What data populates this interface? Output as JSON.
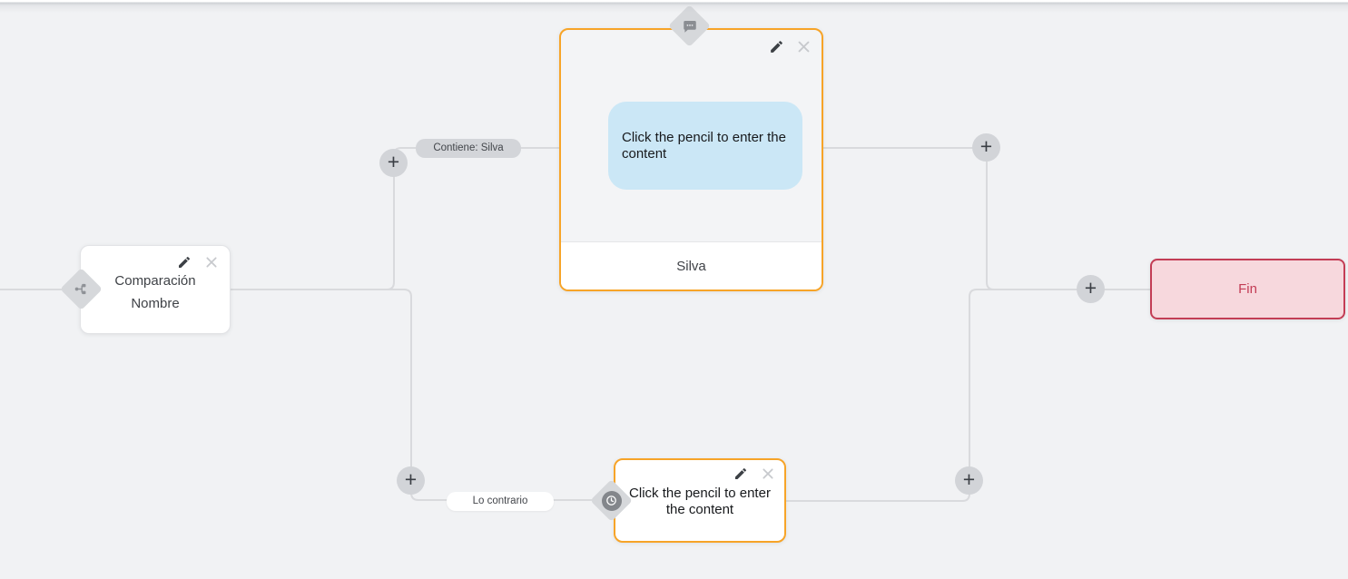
{
  "canvas": {
    "background": "#f1f2f4"
  },
  "nodes": {
    "condition": {
      "title_line1": "Comparación",
      "title_line2": "Nombre",
      "icon": "branch-icon"
    },
    "message": {
      "bubble_text": "Click the pencil to enter the content",
      "footer_label": "Silva",
      "icon": "message-icon"
    },
    "delay": {
      "body_text": "Click the pencil to enter the content",
      "icon": "clock-icon"
    },
    "end": {
      "label": "Fin"
    }
  },
  "edges": {
    "condition_true_label": "Contiene: Silva",
    "condition_false_label": "Lo contrario"
  },
  "controls": {
    "add_glyph": "+",
    "edit_icon": "pencil-icon",
    "delete_icon": "close-icon"
  },
  "colors": {
    "accent_orange": "#f7a428",
    "end_border": "#c33d55",
    "end_background": "#f7d8dd",
    "bubble_blue": "#cbe7f6",
    "line": "#d9dadd",
    "pill_gray": "#d3d5d9"
  }
}
